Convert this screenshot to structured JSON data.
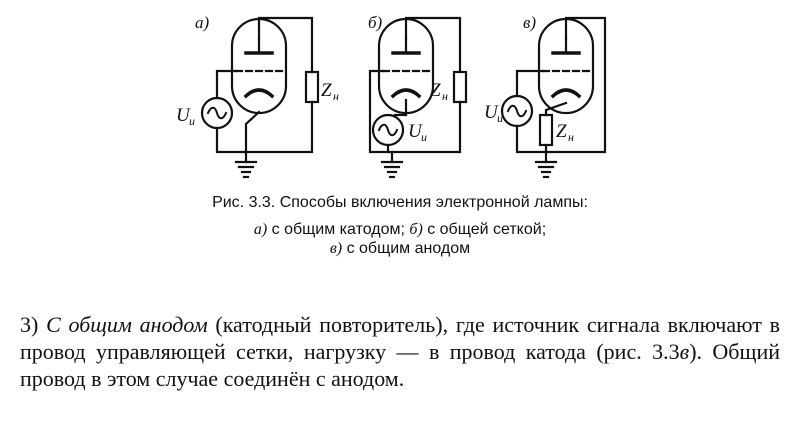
{
  "figure": {
    "panels": [
      {
        "label": "а)",
        "source": "U",
        "source_sub": "и",
        "load": "Z",
        "load_sub": "н"
      },
      {
        "label": "б)",
        "source": "U",
        "source_sub": "и",
        "load": "Z",
        "load_sub": "н"
      },
      {
        "label": "в)",
        "source": "U",
        "source_sub": "и",
        "load": "Z",
        "load_sub": "н"
      }
    ]
  },
  "caption": {
    "title": "Рис. 3.3. Способы включения электронной лампы:",
    "item_a_label": "а)",
    "item_a_text": " с общим катодом; ",
    "item_b_label": "б)",
    "item_b_text": " с общей сеткой;",
    "item_c_label": "в)",
    "item_c_text": " с общим анодом"
  },
  "paragraph": {
    "number": "3) ",
    "term": "С общим анодом",
    "rest": " (катодный повторитель), где источник сигнала включают в провод управляющей сетки, нагрузку — в провод катода (рис. 3.3",
    "ref": "в",
    "end": "). Общий провод в этом случае соединён с анодом."
  }
}
